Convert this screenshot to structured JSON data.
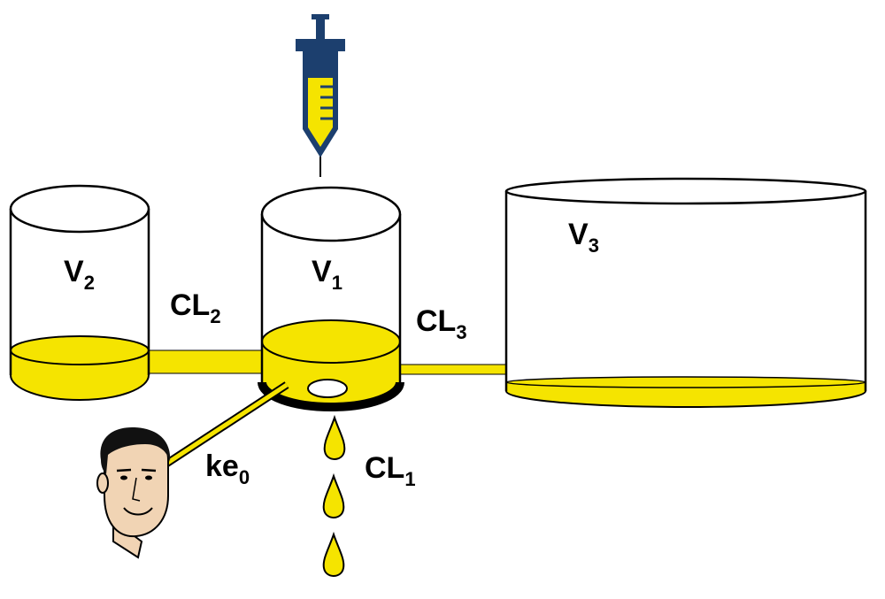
{
  "labels": {
    "v1": {
      "main": "V",
      "sub": "1"
    },
    "v2": {
      "main": "V",
      "sub": "2"
    },
    "v3": {
      "main": "V",
      "sub": "3"
    },
    "cl1": {
      "main": "CL",
      "sub": "1"
    },
    "cl2": {
      "main": "CL",
      "sub": "2"
    },
    "cl3": {
      "main": "CL",
      "sub": "3"
    },
    "ke0": {
      "main": "ke",
      "sub": "0"
    }
  },
  "icons": [
    "syringe-icon",
    "person-head-icon",
    "drop-icon"
  ],
  "colors": {
    "fluid": "#f5e400",
    "outline": "#000000",
    "syringe_body": "#1c3f6e",
    "skin": "#f1d4b4",
    "hair": "#111111"
  }
}
